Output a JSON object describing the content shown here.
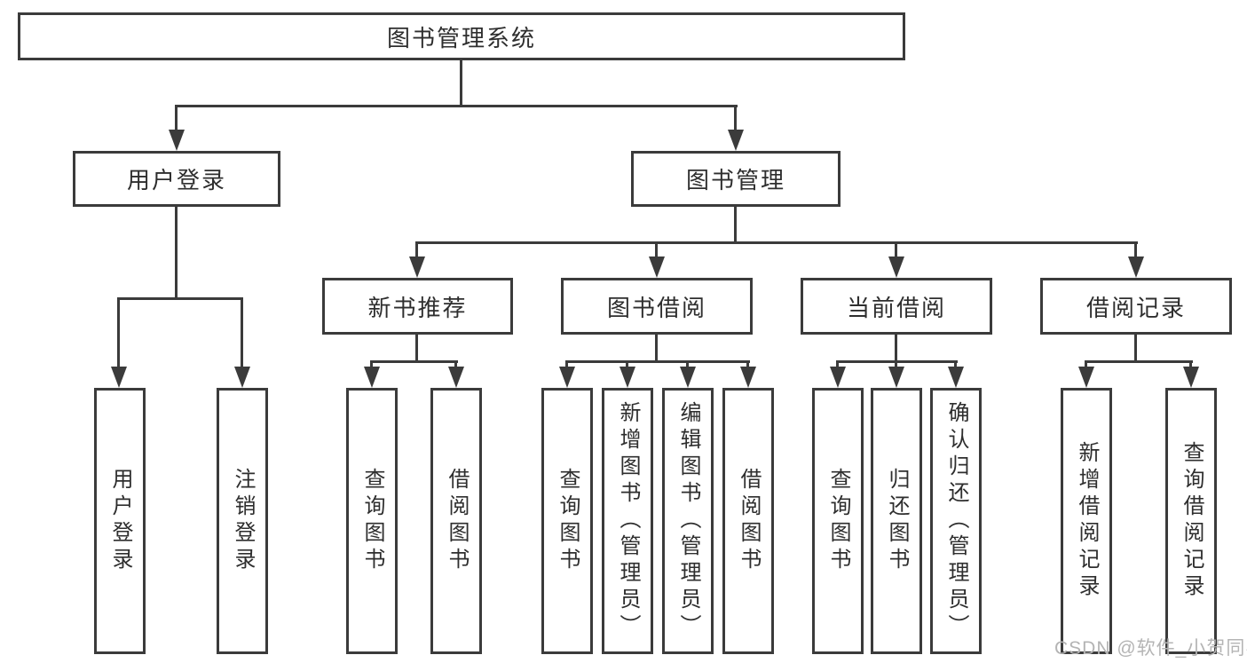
{
  "diagram_type": "hierarchy-tree",
  "tree": {
    "label": "图书管理系统",
    "children": [
      {
        "label": "用户登录",
        "children": [
          {
            "label": "用户登录"
          },
          {
            "label": "注销登录"
          }
        ]
      },
      {
        "label": "图书管理",
        "children": [
          {
            "label": "新书推荐",
            "children": [
              {
                "label": "查询图书"
              },
              {
                "label": "借阅图书"
              }
            ]
          },
          {
            "label": "图书借阅",
            "children": [
              {
                "label": "查询图书"
              },
              {
                "label": "新增图书（管理员）"
              },
              {
                "label": "编辑图书（管理员）"
              },
              {
                "label": "借阅图书"
              }
            ]
          },
          {
            "label": "当前借阅",
            "children": [
              {
                "label": "查询图书"
              },
              {
                "label": "归还图书"
              },
              {
                "label": "确认归还（管理员）"
              }
            ]
          },
          {
            "label": "借阅记录",
            "children": [
              {
                "label": "新增借阅记录"
              },
              {
                "label": "查询借阅记录"
              }
            ]
          }
        ]
      }
    ]
  },
  "watermark": {
    "text": "CSDN @软件_小贺同学"
  },
  "colors": {
    "line": "#3b3b3b",
    "box_border": "#3b3b3b",
    "box_fill": "#ffffff",
    "text": "#2e2e2e",
    "watermark": "#b4b4b4",
    "background": "#ffffff"
  }
}
